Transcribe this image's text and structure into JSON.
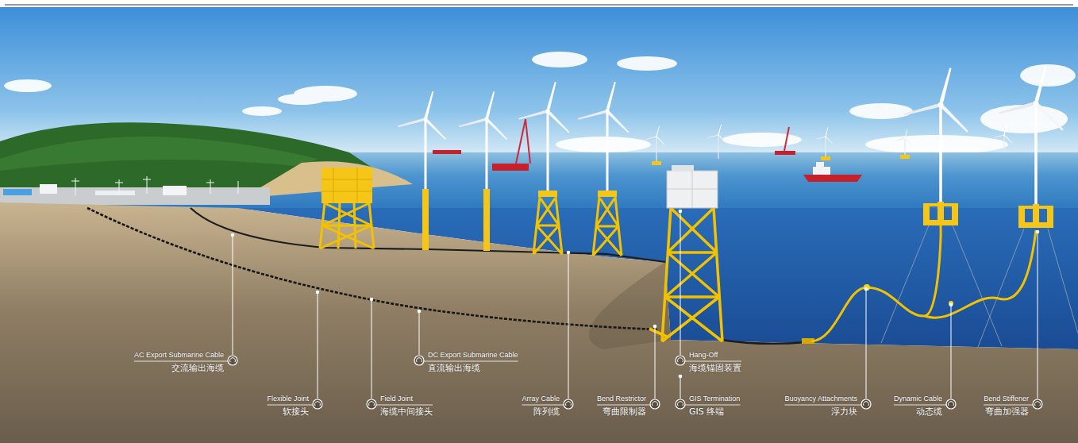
{
  "diagram": {
    "labels": [
      "AC Export Submarine Cable",
      "交流输出海缆",
      "DC Export Submarine Cable",
      "直流输出海缆",
      "Hang-Off",
      "海缆锚固装置",
      "Flexible Joint",
      "软接头",
      "Field Joint",
      "海缆中间接头",
      "Array Cable",
      "阵列缆",
      "Bend Restrictor",
      "弯曲限制器",
      "GIS Termination",
      "GIS 终端",
      "Buoyancy Attachments",
      "浮力块",
      "Dynamic Cable",
      "动态缆",
      "Bend Stiffener",
      "弯曲加强器"
    ]
  }
}
